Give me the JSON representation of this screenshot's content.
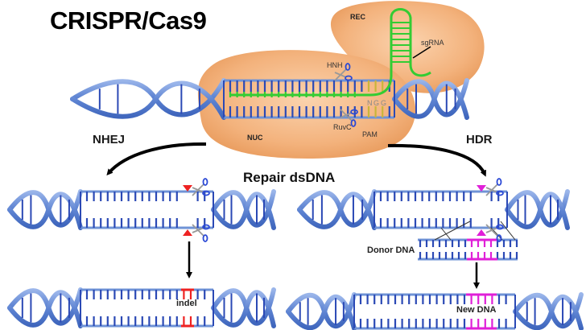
{
  "title": "CRISPR/Cas9",
  "cas9": {
    "domains": {
      "rec": "REC",
      "nuc": "NUC"
    },
    "labels": {
      "sgrna": "sgRNA",
      "hnh": "HNH",
      "ruvc": "RuvC",
      "pam": "PAM",
      "pam_seq": [
        "N",
        "G",
        "G"
      ]
    }
  },
  "center_label": "Repair dsDNA",
  "pathways": {
    "nhej": {
      "label": "NHEJ",
      "result_label": "indel"
    },
    "hdr": {
      "label": "HDR",
      "donor_label": "Donor DNA",
      "result_label": "New DNA"
    }
  },
  "colors": {
    "protein": "#f2b07a",
    "protein_edge": "#e89a5a",
    "dna_backbone": "#6f93d6",
    "dna_base": "#2b49b5",
    "sgrna": "#33cc33",
    "pam": "#c9b53a",
    "indel": "#ee2222",
    "donor": "#e020d8",
    "arrow": "#000000"
  }
}
